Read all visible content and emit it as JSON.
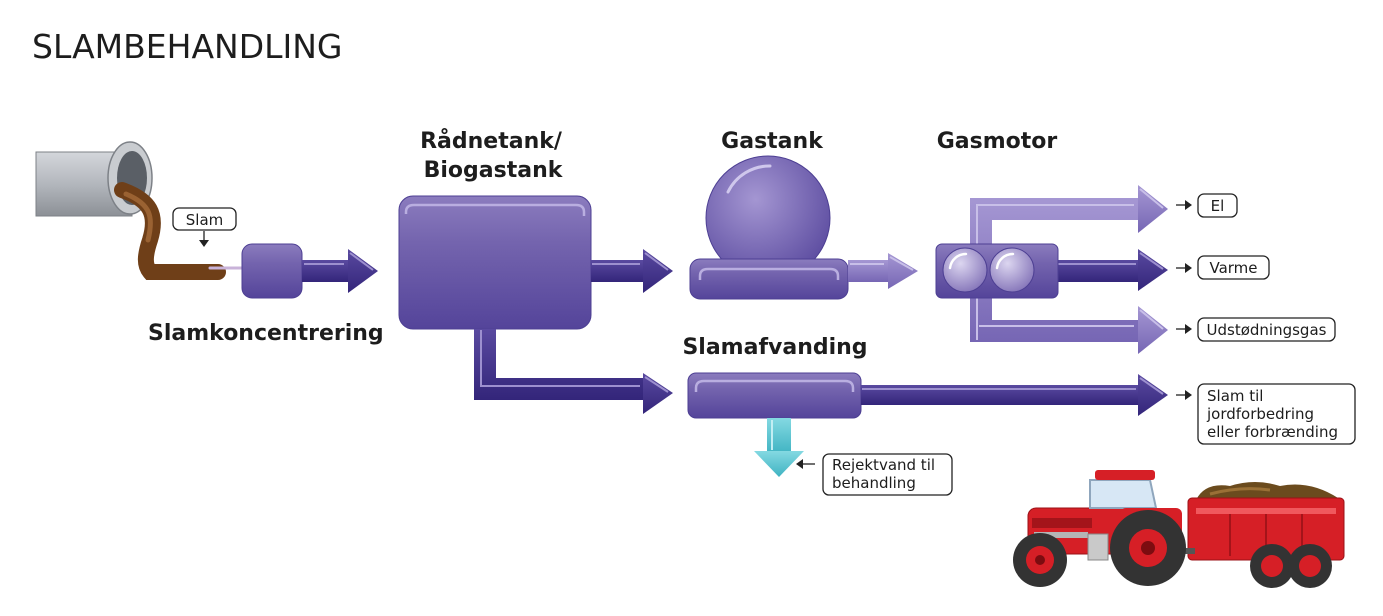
{
  "title": "SLAMBEHANDLING",
  "stages": {
    "concentration": "Slamkoncentrering",
    "digester_line1": "Rådnetank/",
    "digester_line2": "Biogastank",
    "gastank": "Gastank",
    "gasmotor": "Gasmotor",
    "dewatering": "Slamafvanding"
  },
  "labels": {
    "slam": "Slam",
    "el": "El",
    "varme": "Varme",
    "udstodningsgas": "Udstødningsgas",
    "slam_til_line1": "Slam til",
    "slam_til_line2": "jordforbedring",
    "slam_til_line3": "eller forbrænding",
    "rejekt_line1": "Rejektvand til",
    "rejekt_line2": "behandling"
  },
  "colors": {
    "arrow": "#3f2f8a",
    "box": "#6a5aa8",
    "sludge": "#7a4a1f",
    "water": "#5fc4d0",
    "tractor": "#d61f26",
    "pipe": "#b0b4ba"
  },
  "icons": [
    "pipe-icon",
    "tractor-icon"
  ]
}
